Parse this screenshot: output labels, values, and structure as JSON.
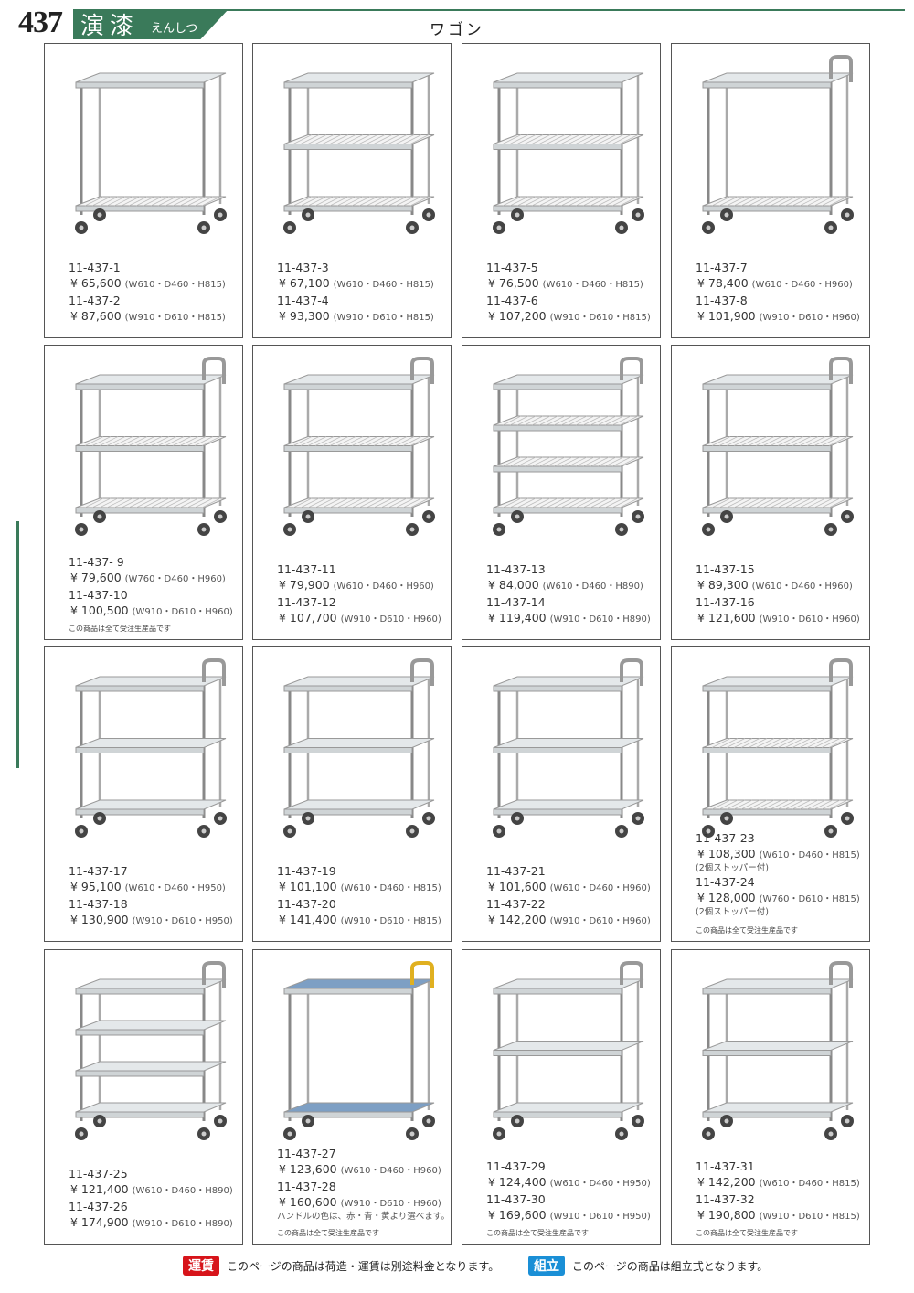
{
  "header": {
    "page_number": "437",
    "section_title": "演漆",
    "section_kana": "えんしつ",
    "category": "ワゴン"
  },
  "made_to_order": "この商品は全て受注生産品です",
  "products": [
    {
      "lines": [
        {
          "code": "11-437-1",
          "price": "¥ 65,600",
          "dim": "(W610・D460・H815)"
        },
        {
          "code": "11-437-2",
          "price": "¥ 87,600",
          "dim": "(W910・D610・H815)"
        }
      ],
      "note": "",
      "made": false
    },
    {
      "lines": [
        {
          "code": "11-437-3",
          "price": "¥ 67,100",
          "dim": "(W610・D460・H815)"
        },
        {
          "code": "11-437-4",
          "price": "¥ 93,300",
          "dim": "(W910・D610・H815)"
        }
      ],
      "note": "",
      "made": false
    },
    {
      "lines": [
        {
          "code": "11-437-5",
          "price": "¥ 76,500",
          "dim": "(W610・D460・H815)"
        },
        {
          "code": "11-437-6",
          "price": "¥ 107,200",
          "dim": "(W910・D610・H815)"
        }
      ],
      "note": "",
      "made": false
    },
    {
      "lines": [
        {
          "code": "11-437-7",
          "price": "¥ 78,400",
          "dim": "(W610・D460・H960)"
        },
        {
          "code": "11-437-8",
          "price": "¥ 101,900",
          "dim": "(W910・D610・H960)"
        }
      ],
      "note": "",
      "made": false
    },
    {
      "lines": [
        {
          "code": "11-437- 9",
          "price": "¥ 79,600",
          "dim": "(W760・D460・H960)"
        },
        {
          "code": "11-437-10",
          "price": "¥ 100,500",
          "dim": "(W910・D610・H960)"
        }
      ],
      "note": "",
      "made": true
    },
    {
      "lines": [
        {
          "code": "11-437-11",
          "price": "¥ 79,900",
          "dim": "(W610・D460・H960)"
        },
        {
          "code": "11-437-12",
          "price": "¥ 107,700",
          "dim": "(W910・D610・H960)"
        }
      ],
      "note": "",
      "made": false
    },
    {
      "lines": [
        {
          "code": "11-437-13",
          "price": "¥ 84,000",
          "dim": "(W610・D460・H890)"
        },
        {
          "code": "11-437-14",
          "price": "¥ 119,400",
          "dim": "(W910・D610・H890)"
        }
      ],
      "note": "",
      "made": false
    },
    {
      "lines": [
        {
          "code": "11-437-15",
          "price": "¥ 89,300",
          "dim": "(W610・D460・H960)"
        },
        {
          "code": "11-437-16",
          "price": "¥ 121,600",
          "dim": "(W910・D610・H960)"
        }
      ],
      "note": "",
      "made": false
    },
    {
      "lines": [
        {
          "code": "11-437-17",
          "price": "¥ 95,100",
          "dim": "(W610・D460・H950)"
        },
        {
          "code": "11-437-18",
          "price": "¥ 130,900",
          "dim": "(W910・D610・H950)"
        }
      ],
      "note": "",
      "made": false
    },
    {
      "lines": [
        {
          "code": "11-437-19",
          "price": "¥ 101,100",
          "dim": "(W610・D460・H815)"
        },
        {
          "code": "11-437-20",
          "price": "¥ 141,400",
          "dim": "(W910・D610・H815)"
        }
      ],
      "note": "",
      "made": false
    },
    {
      "lines": [
        {
          "code": "11-437-21",
          "price": "¥ 101,600",
          "dim": "(W610・D460・H960)"
        },
        {
          "code": "11-437-22",
          "price": "¥ 142,200",
          "dim": "(W910・D610・H960)"
        }
      ],
      "note": "",
      "made": false
    },
    {
      "lines": [
        {
          "code": "11-437-23",
          "price": "¥ 108,300",
          "dim": "(W610・D460・H815)",
          "sub": "(2個ストッパー付)"
        },
        {
          "code": "11-437-24",
          "price": "¥ 128,000",
          "dim": "(W760・D610・H815)",
          "sub": "(2個ストッパー付)"
        }
      ],
      "note": "",
      "made": true
    },
    {
      "lines": [
        {
          "code": "11-437-25",
          "price": "¥ 121,400",
          "dim": "(W610・D460・H890)"
        },
        {
          "code": "11-437-26",
          "price": "¥ 174,900",
          "dim": "(W910・D610・H890)"
        }
      ],
      "note": "",
      "made": false
    },
    {
      "lines": [
        {
          "code": "11-437-27",
          "price": "¥ 123,600",
          "dim": "(W610・D460・H960)"
        },
        {
          "code": "11-437-28",
          "price": "¥ 160,600",
          "dim": "(W910・D610・H960)"
        }
      ],
      "note": "ハンドルの色は、赤・青・黄より選べます。",
      "made": true
    },
    {
      "lines": [
        {
          "code": "11-437-29",
          "price": "¥ 124,400",
          "dim": "(W610・D460・H950)"
        },
        {
          "code": "11-437-30",
          "price": "¥ 169,600",
          "dim": "(W910・D610・H950)"
        }
      ],
      "note": "",
      "made": true
    },
    {
      "lines": [
        {
          "code": "11-437-31",
          "price": "¥ 142,200",
          "dim": "(W610・D460・H815)"
        },
        {
          "code": "11-437-32",
          "price": "¥ 190,800",
          "dim": "(W910・D610・H815)"
        }
      ],
      "note": "",
      "made": true
    }
  ],
  "footer": {
    "shipping_tag": "運賃",
    "shipping_text": "このページの商品は荷造・運賃は別途料金となります。",
    "assembly_tag": "組立",
    "assembly_text": "このページの商品は組立式となります。",
    "shipping_color": "#d7141a",
    "assembly_color": "#1a8fd6"
  }
}
